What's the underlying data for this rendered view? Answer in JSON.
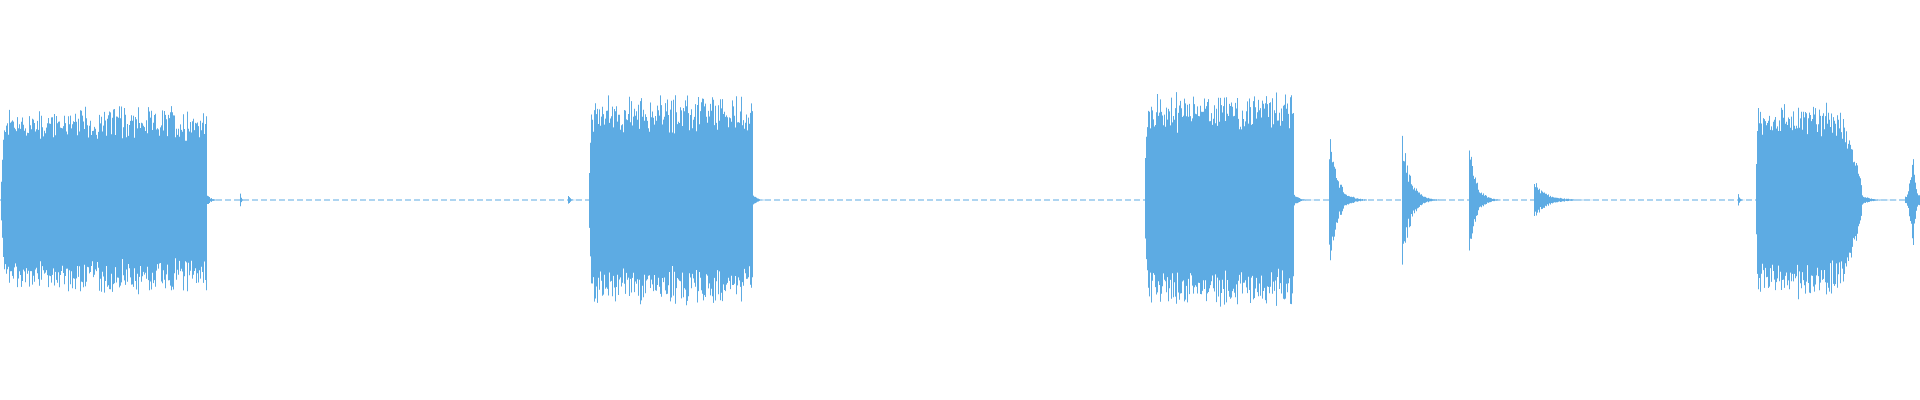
{
  "waveform": {
    "color": "#5dabe3",
    "background": "#ffffff",
    "centerline_visible": true,
    "segments": [
      {
        "kind": "burst",
        "start": 0.0,
        "end": 0.108,
        "peak": 0.82,
        "profile": "sustain-spiky"
      },
      {
        "kind": "tail",
        "start": 0.108,
        "end": 0.116,
        "peak": 0.06,
        "profile": "decay"
      },
      {
        "kind": "tick",
        "start": 0.125,
        "end": 0.127,
        "peak": 0.1,
        "profile": "decay"
      },
      {
        "kind": "tick",
        "start": 0.296,
        "end": 0.3,
        "peak": 0.06,
        "profile": "decay"
      },
      {
        "kind": "burst",
        "start": 0.306,
        "end": 0.392,
        "peak": 0.92,
        "profile": "sustain-spiky"
      },
      {
        "kind": "tail",
        "start": 0.392,
        "end": 0.4,
        "peak": 0.07,
        "profile": "decay"
      },
      {
        "kind": "burst",
        "start": 0.596,
        "end": 0.674,
        "peak": 0.94,
        "profile": "sustain-spiky"
      },
      {
        "kind": "tail",
        "start": 0.674,
        "end": 0.686,
        "peak": 0.06,
        "profile": "decay"
      },
      {
        "kind": "hit",
        "start": 0.692,
        "end": 0.712,
        "peak": 0.7,
        "profile": "decay"
      },
      {
        "kind": "hit",
        "start": 0.73,
        "end": 0.75,
        "peak": 0.66,
        "profile": "decay"
      },
      {
        "kind": "hit",
        "start": 0.765,
        "end": 0.782,
        "peak": 0.56,
        "profile": "decay"
      },
      {
        "kind": "hit",
        "start": 0.799,
        "end": 0.83,
        "peak": 0.18,
        "profile": "decay"
      },
      {
        "kind": "tick",
        "start": 0.905,
        "end": 0.909,
        "peak": 0.06,
        "profile": "decay"
      },
      {
        "kind": "burst",
        "start": 0.914,
        "end": 0.97,
        "peak": 0.88,
        "profile": "sustain-decay"
      },
      {
        "kind": "tail",
        "start": 0.97,
        "end": 0.99,
        "peak": 0.05,
        "profile": "decay"
      },
      {
        "kind": "hit",
        "start": 0.992,
        "end": 1.0,
        "peak": 0.62,
        "profile": "spike"
      }
    ]
  }
}
